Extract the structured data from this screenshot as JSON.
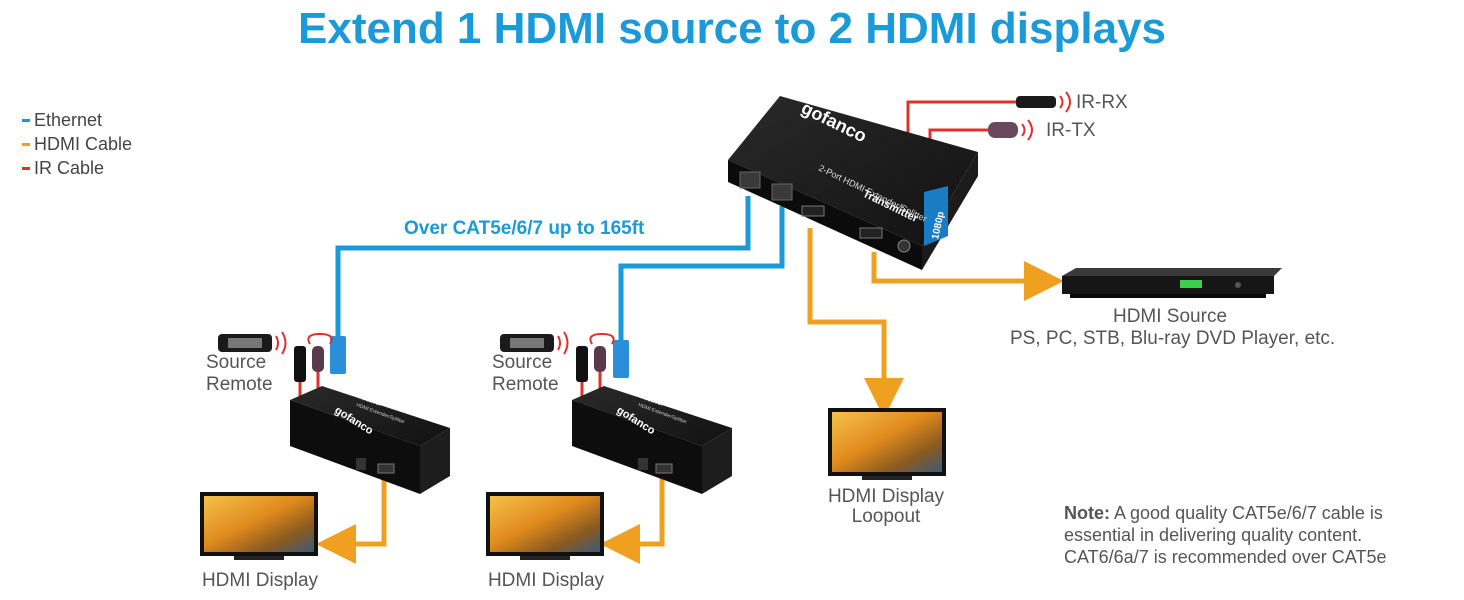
{
  "title": "Extend 1 HDMI source to 2 HDMI displays",
  "legend": [
    {
      "label": "Ethernet",
      "color": "#1a9ad9"
    },
    {
      "label": "HDMI Cable",
      "color": "#f0a020"
    },
    {
      "label": "IR Cable",
      "color": "#e0302a"
    }
  ],
  "transmitter": {
    "brand": "gofanco",
    "model_title": "Transmitter",
    "model_subtitle": "2-Port HDMI Extender/Splitter",
    "badge": "1080p"
  },
  "receiver": {
    "brand": "gofanco",
    "model_title": "Receiver",
    "model_subtitle": "HDMI Extender/Splitter"
  },
  "ir": {
    "rx_label": "IR-RX",
    "tx_label": "IR-TX"
  },
  "cable_label": "Over CAT5e/6/7 up to 165ft",
  "source": {
    "title": "HDMI Source",
    "subtitle": "PS, PC, STB, Blu-ray DVD Player, etc."
  },
  "remote_left": {
    "line1": "Source",
    "line2": "Remote"
  },
  "remote_right": {
    "line1": "Source",
    "line2": "Remote"
  },
  "display_left": "HDMI Display",
  "display_right": "HDMI Display",
  "loopout": {
    "line1": "HDMI Display",
    "line2": "Loopout"
  },
  "note": {
    "bold": "Note:",
    "line1": " A good quality CAT5e/6/7 cable is",
    "line2": "essential in delivering quality content.",
    "line3": "CAT6/6a/7 is recommended over CAT5e"
  }
}
